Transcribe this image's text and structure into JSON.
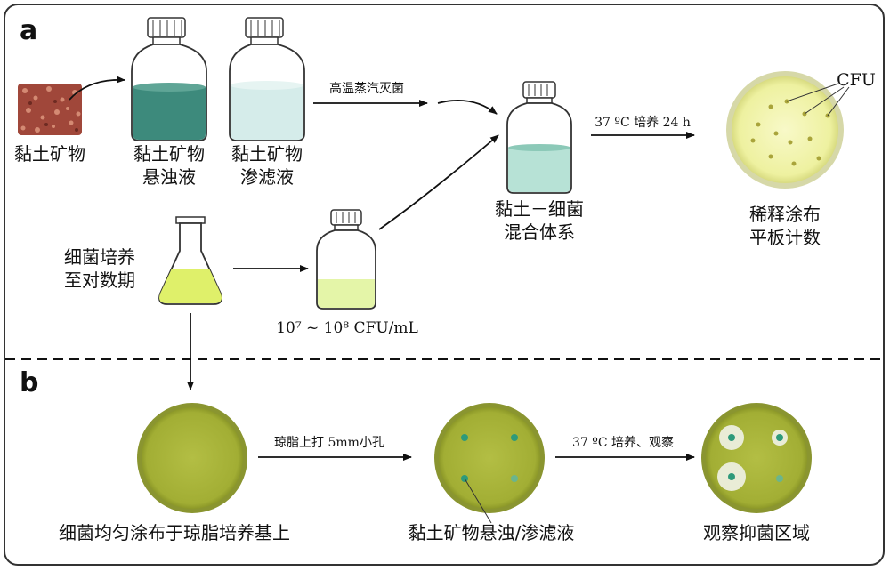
{
  "panels": {
    "a": "a",
    "b": "b"
  },
  "a": {
    "clay_mineral": "黏土矿物",
    "suspension": [
      "黏土矿物",
      "悬浊液"
    ],
    "filtrate": [
      "黏土矿物",
      "渗滤液"
    ],
    "sterilize": "高温蒸汽灭菌",
    "mix": [
      "黏土－细菌",
      "混合体系"
    ],
    "incubate": "37 ºC 培养 24 h",
    "cfu": "CFU",
    "plate": [
      "稀释涂布",
      "平板计数"
    ],
    "bacteria": [
      "细菌培养",
      "至对数期"
    ],
    "conc": "10⁷ ~ 10⁸ CFU/mL"
  },
  "b": {
    "spread": "细菌均匀涂布于琼脂培养基上",
    "punch": "琼脂上打 5mm小孔",
    "wells": "黏土矿物悬浊/渗滤液",
    "incubate": "37 ºC 培养、观察",
    "observe": "观察抑菌区域"
  },
  "colors": {
    "suspension": "#3d8a7c",
    "filtrate": "#d5ecea",
    "mixture": "#b7e2d6",
    "broth": "#dff06a",
    "plate_a": "#f3f5b8",
    "plate_b": "#a8b43a",
    "colony": "#a9a43a",
    "clear_zone": "#e9ecd6",
    "well": "#2e9a7a"
  }
}
